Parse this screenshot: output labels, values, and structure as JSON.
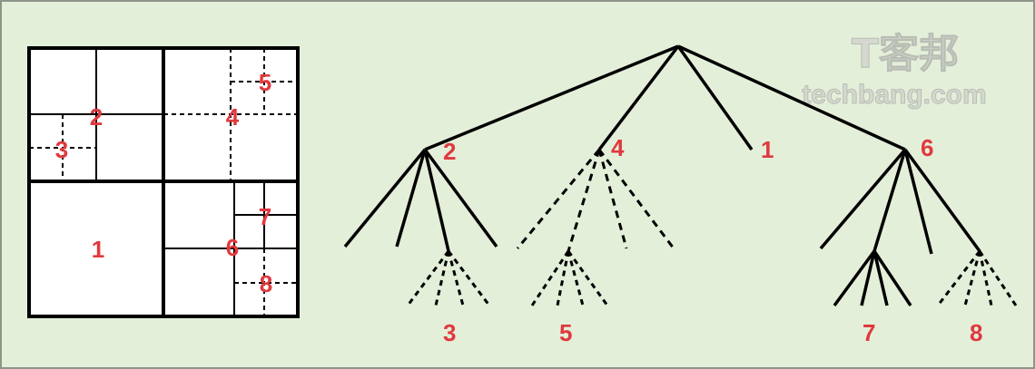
{
  "watermark": {
    "logo_text": "T客邦",
    "site": "techbang.com"
  },
  "colors": {
    "background": "#e4efd9",
    "label": "#e0393e",
    "line": "#000000",
    "watermark": "#d4d8cf"
  },
  "diagram": {
    "grid_labels": [
      "1",
      "2",
      "3",
      "4",
      "5",
      "6",
      "7",
      "8"
    ],
    "tree_labels": [
      "2",
      "4",
      "1",
      "6",
      "3",
      "5",
      "7",
      "8"
    ]
  }
}
